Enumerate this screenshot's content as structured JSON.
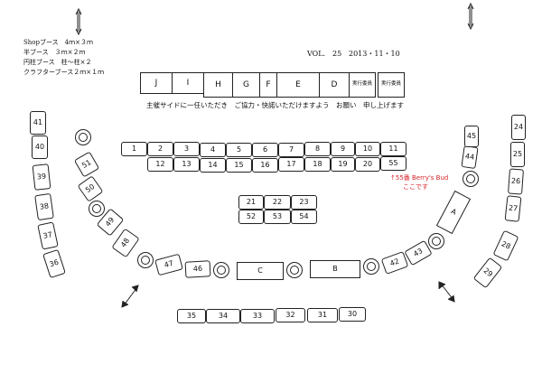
{
  "legend": [
    "Shopブース　4ｍ×３ｍ",
    "半ブース　３ｍ×２ｍ",
    "円柱ブース　柱～柱×２",
    "クラフターブース２ｍ×１ｍ"
  ],
  "vol": "VOL.　25",
  "date": "2013・11・10",
  "top_row": [
    "J",
    "I",
    "H",
    "G",
    "F",
    "E",
    "D",
    "実行委員",
    "実行委員"
  ],
  "notice": "主催サイドに一任いただき　ご協力・快諾いただけますよう　お願い　申し上げます",
  "row1": [
    "1",
    "2",
    "3",
    "4",
    "5",
    "6",
    "7",
    "8",
    "9",
    "10",
    "11"
  ],
  "row2": [
    "12",
    "13",
    "14",
    "15",
    "16",
    "17",
    "18",
    "19",
    "20",
    "55"
  ],
  "center_top": [
    "21",
    "22",
    "23"
  ],
  "center_bottom": [
    "52",
    "53",
    "54"
  ],
  "left_column": [
    "41",
    "40",
    "39",
    "38",
    "37",
    "36"
  ],
  "left_arc": [
    "51",
    "50",
    "49",
    "48",
    "47",
    "46"
  ],
  "bottom_left_label": "C",
  "bottom_right_label": "B",
  "right_arc": [
    "42",
    "43"
  ],
  "right_inner": [
    "45",
    "44"
  ],
  "booth_a": "A",
  "right_column": [
    "24",
    "25",
    "26",
    "27",
    "28",
    "29"
  ],
  "bottom_row": [
    "35",
    "34",
    "33",
    "32",
    "31",
    "30"
  ],
  "note": [
    "↑55番 Berry's Bud",
    "ここです"
  ]
}
